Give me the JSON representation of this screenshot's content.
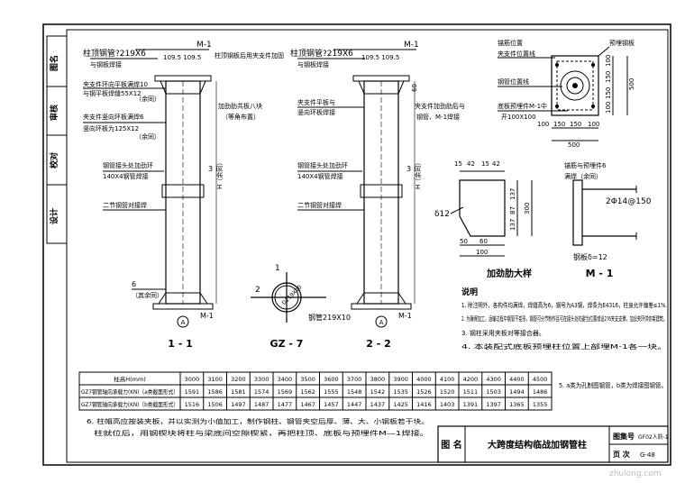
{
  "side_column": [
    "图名",
    "审核",
    "校对",
    "设计"
  ],
  "column_section_1": {
    "pipe_callout": "柱顶钢管?219X6",
    "pipe_callout_2": "与钢板焊接",
    "m1": "M-1",
    "dims_top": "109.5 109.5",
    "note_embed": "柱顶钢板后用夹支件加固",
    "ann_1a": "夹支件环向平板满焊10",
    "ann_1b": "与钢平板焊缝55X12",
    "ann_1c": "（余同）",
    "ann_2a": "夹支件竖向环板满焊6",
    "ann_2b": "竖向环板为125X12",
    "ann_2c": "（余同）",
    "ann_3": "加劲肋共板八块",
    "ann_3b": "（等角布置）",
    "ann_4a": "钢管接头处加劲环",
    "ann_4b": "140X4钢管焊接",
    "ann_5": "二节钢管对接焊",
    "ann_6": "（其余同）",
    "num_3": "3",
    "num_6": "6",
    "h_label": "H（余同）",
    "bottom_a": "A",
    "bottom_m1": "M-1",
    "label": "1 - 1"
  },
  "column_section_2": {
    "pipe_callout": "柱顶钢管?219X6",
    "pipe_callout_2": "与钢板焊接",
    "m1": "M-1",
    "dims_top": "109.5 109.5",
    "ann_1a": "夹支件平板与",
    "ann_1b": "竖向环板焊接",
    "ann_2a": "夹支件加劲肋后与",
    "ann_2b": "钢管、M-1焊接",
    "ann_3a": "钢管接头处加劲环",
    "ann_3b": "140X4钢管焊接",
    "ann_4": "二节钢管对接焊",
    "num_60": "60",
    "num_3": "3",
    "h_label": "H（余同）",
    "bottom_a": "A",
    "bottom_m1": "M-1",
    "label": "2 - 2"
  },
  "gz7": {
    "label": "GZ - 7",
    "num_1": "1",
    "num_2": "2",
    "pipe": "钢管219X10",
    "inner": "D219X10"
  },
  "plan_m1": {
    "callout_1a": "锚筋位置",
    "callout_1b": "夹支件位置线",
    "callout_2": "钢管位置线",
    "callout_3a": "底板预埋件M-1中",
    "callout_3b": "开100X100",
    "callout_4": "预埋钢板",
    "dims_right": [
      "100",
      "150",
      "150",
      "100",
      "500"
    ],
    "dims_bottom": [
      "100",
      "150",
      "150",
      "100",
      "500"
    ]
  },
  "stiffener": {
    "dims_top": [
      "15",
      "42",
      "15",
      "42"
    ],
    "dims_right": [
      "137",
      "87",
      "137",
      "300"
    ],
    "dims_bottom": [
      "50",
      "60",
      "100"
    ],
    "thk": "δ12",
    "label": "加劲肋大样"
  },
  "m1_detail": {
    "ann_1a": "锚筋与预埋件6",
    "ann_1b": "满焊（余同）",
    "anchor": "2Φ14@150",
    "plate": "钢板δ=12",
    "label": "M - 1"
  },
  "notes": {
    "heading": "说明",
    "items": [
      "1. 除注明外，各构件均满焊，焊缝高为6，钢号为A3钢，焊条为E4316，柱身允许偏差≤1%.",
      "2. 为确保加工，运输过程中钢管不变形，钢管可分节制作且可在接头处的避当位置增设2?6夹支支撑，加设夹环供你架建筑。",
      "3. 钢柱采用夹板对等接合器。",
      "4. 本装配式底板预埋柱位置上部埋M-1各一块。",
      "5. a类为孔制图钢管，b类为焊接图钢管。"
    ],
    "note_6a": "6. 柱帽高应按装夹板，并以实测为小值加工，制作钢柱、钢管夹空后厚、薄、大、小钢板若干块。",
    "note_6b": "柱就位后，用钢楔块将柱与梁底间空隙楔紧，再把柱顶、底板与预埋件M—1焊接。"
  },
  "table": {
    "headers": [
      "柱高H(mm)",
      "3000",
      "3100",
      "3200",
      "3300",
      "3400",
      "3500",
      "3600",
      "3700",
      "3800",
      "3900",
      "4000",
      "4100",
      "4200",
      "4300",
      "4400",
      "4500"
    ],
    "rows": [
      {
        "label": "GZ7钢管轴向承载力(KN)（a类截面形式）",
        "values": [
          "1591",
          "1586",
          "1581",
          "1574",
          "1569",
          "1562",
          "1555",
          "1548",
          "1542",
          "1535",
          "1526",
          "1520",
          "1511",
          "1503",
          "1494",
          "1486"
        ]
      },
      {
        "label": "GZ7钢管轴向承载力(KN)（b类截面形式）",
        "values": [
          "1516",
          "1506",
          "1497",
          "1487",
          "1477",
          "1467",
          "1457",
          "1447",
          "1437",
          "1425",
          "1416",
          "1403",
          "1391",
          "1397",
          "1365",
          "1355"
        ]
      }
    ]
  },
  "title_block": {
    "name_label": "图 名",
    "name_value": "大跨度结构临战加钢管柱",
    "atlas_label": "图集号",
    "atlas_value": "GF02人防-1",
    "page_label": "页 次",
    "page_value": "G-48"
  },
  "watermark": "zhulong.com"
}
